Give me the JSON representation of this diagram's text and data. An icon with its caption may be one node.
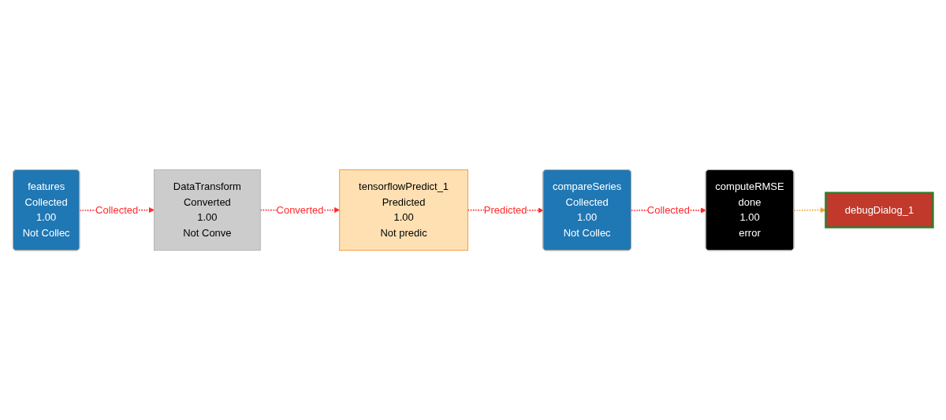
{
  "diagram": {
    "nodes": [
      {
        "text": [
          "features",
          "Collected",
          "1.00",
          "Not Collec"
        ]
      },
      {
        "text": [
          "DataTransform",
          "Converted",
          "1.00",
          "Not Conve"
        ]
      },
      {
        "text": [
          "tensorflowPredict_1",
          "Predicted",
          "1.00",
          "Not predic"
        ]
      },
      {
        "text": [
          "compareSeries",
          "Collected",
          "1.00",
          "Not Collec"
        ]
      },
      {
        "text": [
          "computeRMSE",
          "done",
          "1.00",
          "error"
        ]
      },
      {
        "text": [
          "debugDialog_1"
        ]
      }
    ],
    "edges": [
      {
        "from": 0,
        "to": 1,
        "arrow": "to",
        "label": "Collected",
        "style": "dashed"
      },
      {
        "from": 1,
        "to": 2,
        "arrow": "to",
        "label": "Converted",
        "style": "dashed"
      },
      {
        "from": 2,
        "to": 3,
        "arrow": "to",
        "label": "Predicted",
        "style": "dashed"
      },
      {
        "from": 3,
        "to": 4,
        "arrow": "to",
        "label": "Collected",
        "style": "dashed"
      },
      {
        "from": 4,
        "to": 5,
        "arrow": "to",
        "style": "dashed",
        "color": "#f5a623"
      }
    ]
  }
}
